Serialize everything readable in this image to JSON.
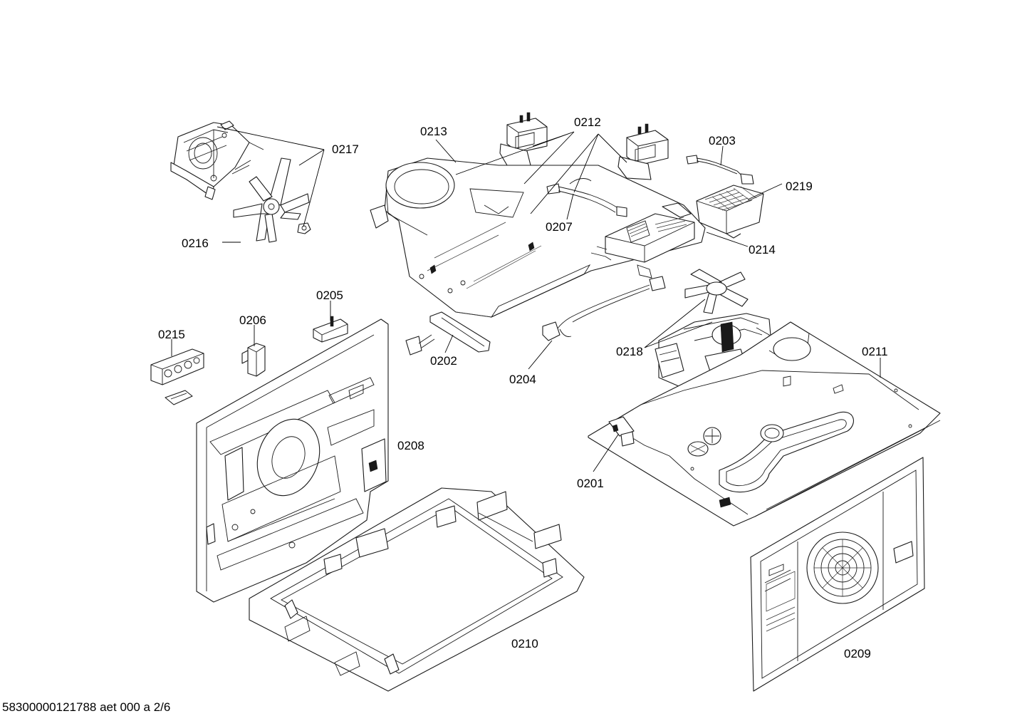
{
  "callouts": [
    {
      "id": "0217",
      "label": "0217"
    },
    {
      "id": "0216",
      "label": "0216"
    },
    {
      "id": "0213",
      "label": "0213"
    },
    {
      "id": "0212",
      "label": "0212"
    },
    {
      "id": "0203",
      "label": "0203"
    },
    {
      "id": "0219",
      "label": "0219"
    },
    {
      "id": "0207",
      "label": "0207"
    },
    {
      "id": "0214",
      "label": "0214"
    },
    {
      "id": "0205",
      "label": "0205"
    },
    {
      "id": "0206",
      "label": "0206"
    },
    {
      "id": "0215",
      "label": "0215"
    },
    {
      "id": "0202",
      "label": "0202"
    },
    {
      "id": "0204",
      "label": "0204"
    },
    {
      "id": "0218",
      "label": "0218"
    },
    {
      "id": "0211",
      "label": "0211"
    },
    {
      "id": "0208",
      "label": "0208"
    },
    {
      "id": "0201",
      "label": "0201"
    },
    {
      "id": "0210",
      "label": "0210"
    },
    {
      "id": "0209",
      "label": "0209"
    }
  ],
  "footer": {
    "document_ref": "58300000121788 aet 000 a 2/6"
  }
}
